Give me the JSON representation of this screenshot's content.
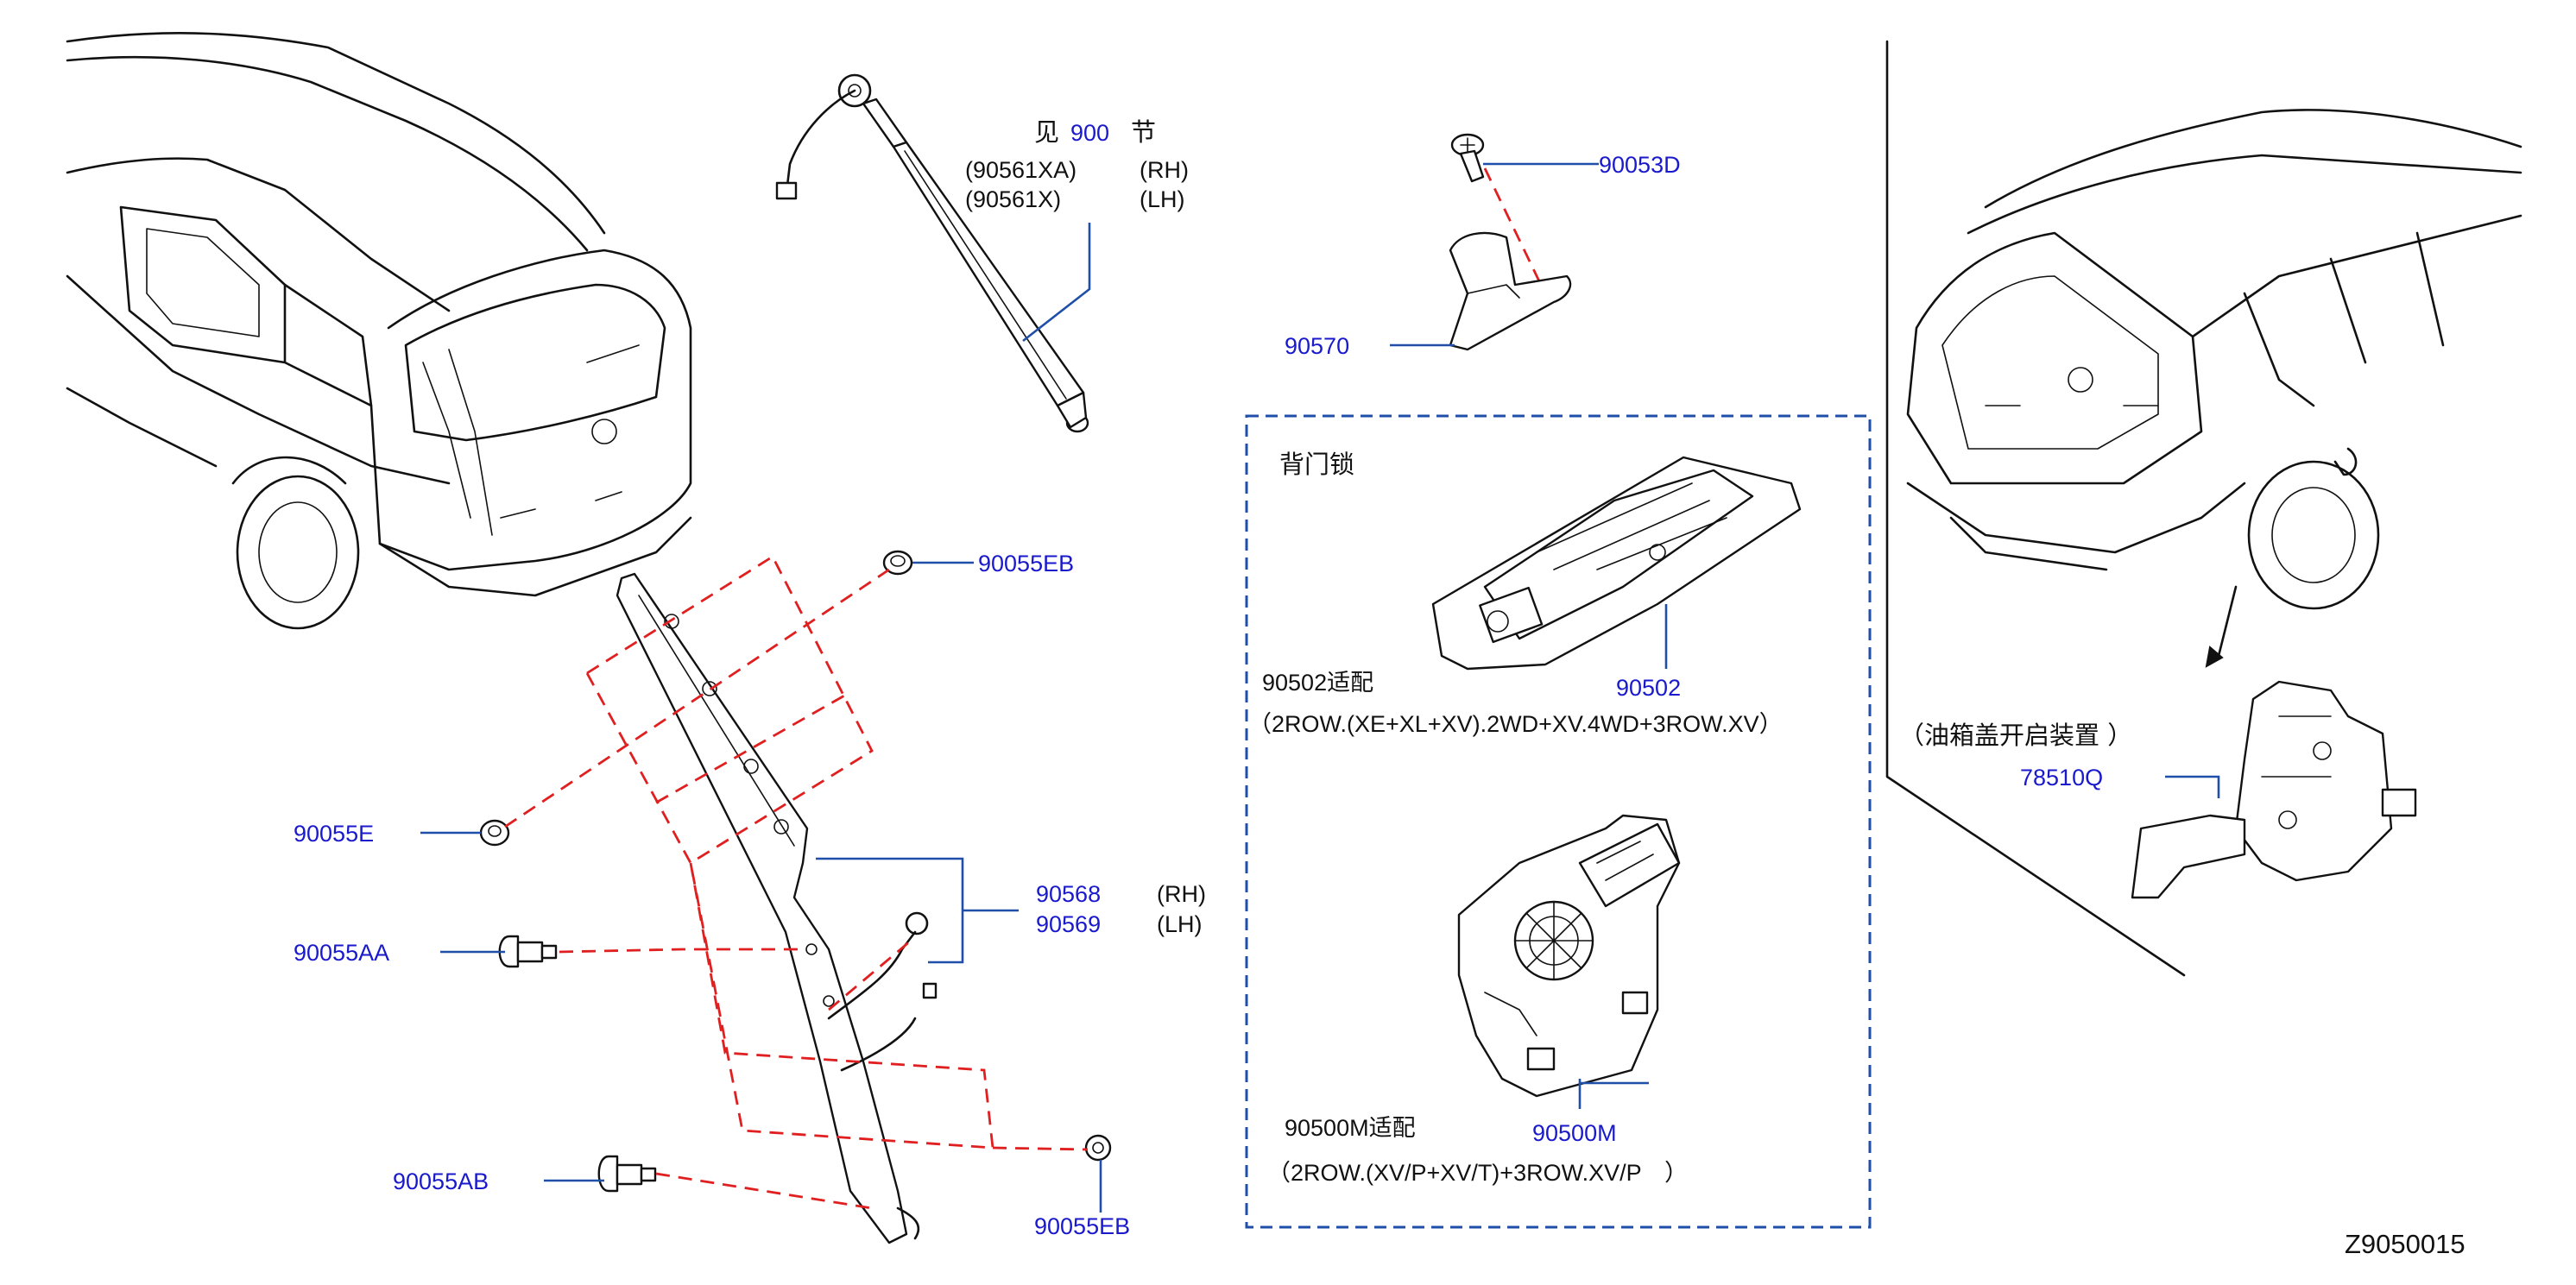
{
  "labels": {
    "see_prefix": "见",
    "see_section": "900",
    "see_suffix": "节",
    "strut_rh_pn": "(90561XA)",
    "strut_lh_pn": "(90561X)",
    "rh": "(RH)",
    "lh": "(LH)",
    "screw": "90053D",
    "bumper": "90570",
    "clip_eb_top": "90055EB",
    "clip_e": "90055E",
    "clip_aa": "90055AA",
    "clip_ab": "90055AB",
    "clip_eb_bottom": "90055EB",
    "harness_rh": "90568",
    "harness_lh": "90569",
    "lock_title": "背门锁",
    "lock_pn": "90502",
    "lock_fit": "90502适配",
    "lock_fit_detail": "（2ROW.(XE+XL+XV).2WD+XV.4WD+3ROW.XV）",
    "motor_pn": "90500M",
    "motor_fit": "90500M适配",
    "motor_fit_detail": "（2ROW.(XV/P+XV/T)+3ROW.XV/P　）",
    "fuel_title": "（油箱盖开启装置 ）",
    "fuel_pn": "78510Q",
    "diagram_id": "Z9050015"
  },
  "colors": {
    "part_number": "#1a1acc",
    "leader": "#1f4fa8",
    "hidden_line": "#e02020",
    "line_art": "#111111"
  }
}
